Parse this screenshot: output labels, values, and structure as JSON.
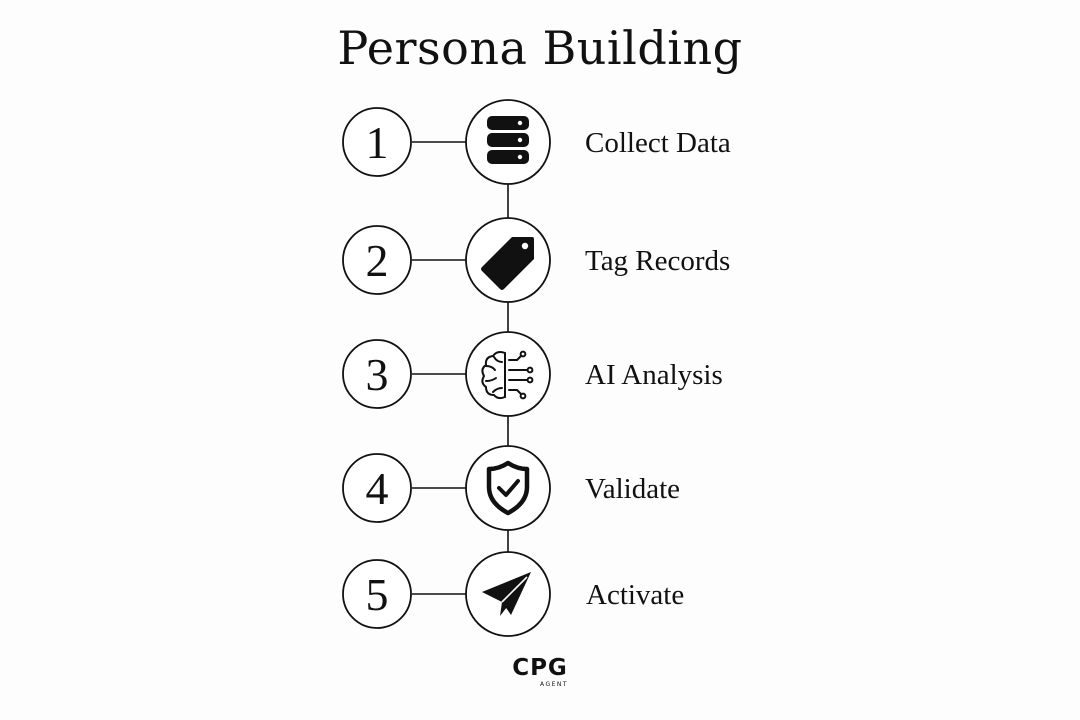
{
  "title": "Persona Building",
  "steps": [
    {
      "number": "1",
      "label": "Collect Data",
      "icon": "database-icon"
    },
    {
      "number": "2",
      "label": "Tag Records",
      "icon": "tag-icon"
    },
    {
      "number": "3",
      "label": "AI Analysis",
      "icon": "brain-circuit-icon"
    },
    {
      "number": "4",
      "label": "Validate",
      "icon": "shield-check-icon"
    },
    {
      "number": "5",
      "label": "Activate",
      "icon": "paper-plane-icon"
    }
  ],
  "logo": {
    "main": "CPG",
    "sub": "AGENT"
  },
  "colors": {
    "ink": "#111111",
    "background": "#fdfdfd"
  }
}
